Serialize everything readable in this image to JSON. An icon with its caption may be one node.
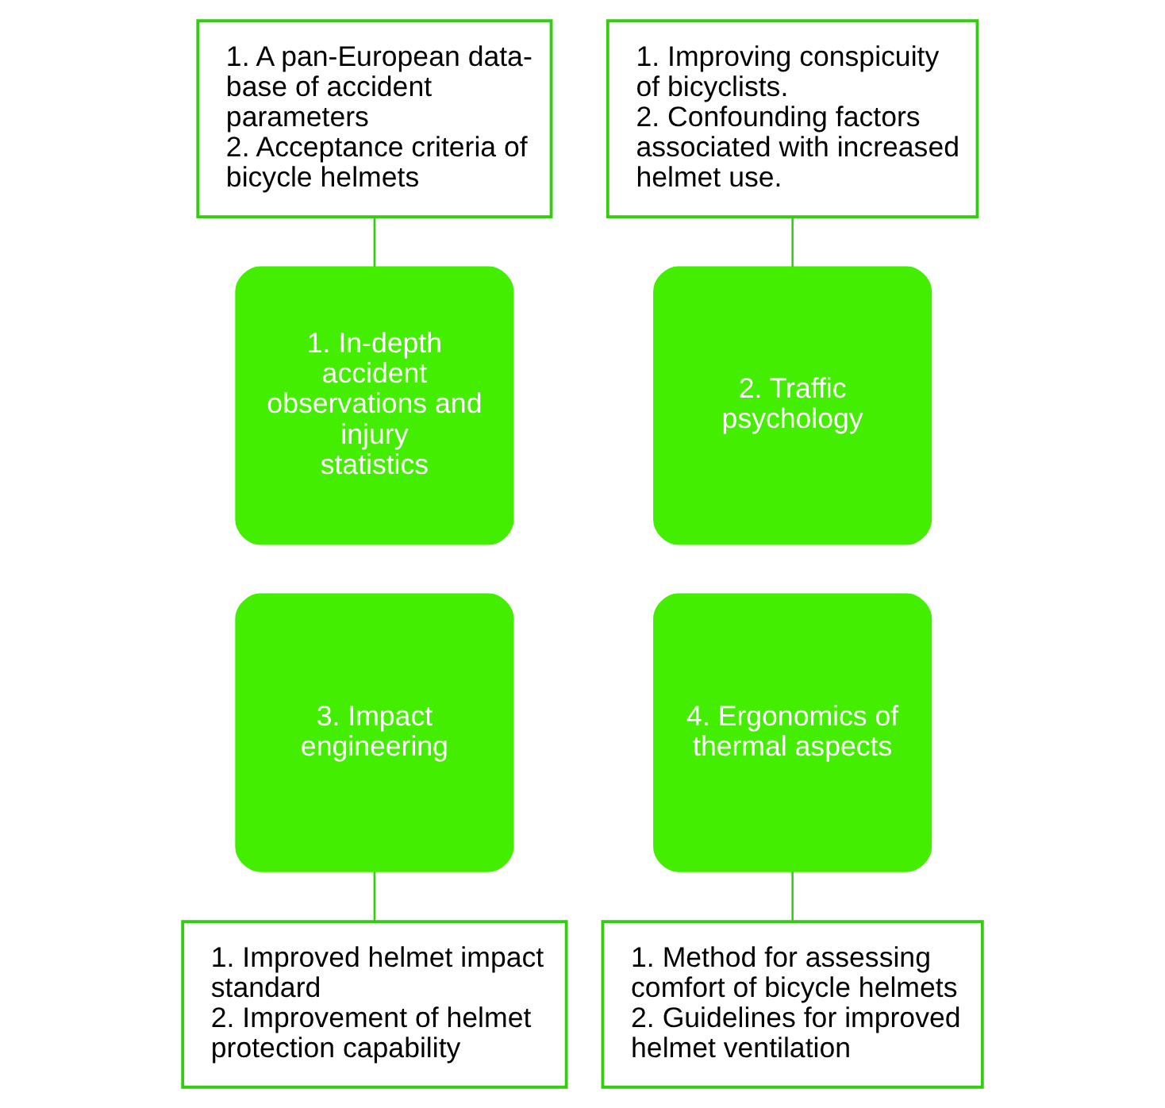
{
  "diagram": {
    "nodes": [
      {
        "text": [
          "1. A pan-European data-base of accident parameters",
          "2. Acceptance criteria of bicycle helmets"
        ]
      },
      {
        "text": [
          "1. Improving conspicuity of bicyclists.",
          "2. Confounding factors associated with increased helmet use."
        ]
      },
      {
        "text": [
          "1. In-depth accident observations and injury statistics"
        ]
      },
      {
        "text": [
          "2. Traffic psychology"
        ]
      },
      {
        "text": [
          "3. Impact engineering"
        ]
      },
      {
        "text": [
          "4. Ergonomics of thermal aspects"
        ]
      },
      {
        "text": [
          "1. Improved helmet impact standard",
          "2. Improvement of helmet protection capability"
        ]
      },
      {
        "text": [
          "1. Method for assessing comfort of bicycle helmets",
          "2. Guidelines for improved helmet ventilation"
        ]
      }
    ],
    "edges": [
      {
        "from": 0,
        "to": 2,
        "arrow": "none"
      },
      {
        "from": 1,
        "to": 3,
        "arrow": "none"
      },
      {
        "from": 4,
        "to": 6,
        "arrow": "none"
      },
      {
        "from": 5,
        "to": 7,
        "arrow": "none"
      }
    ]
  }
}
